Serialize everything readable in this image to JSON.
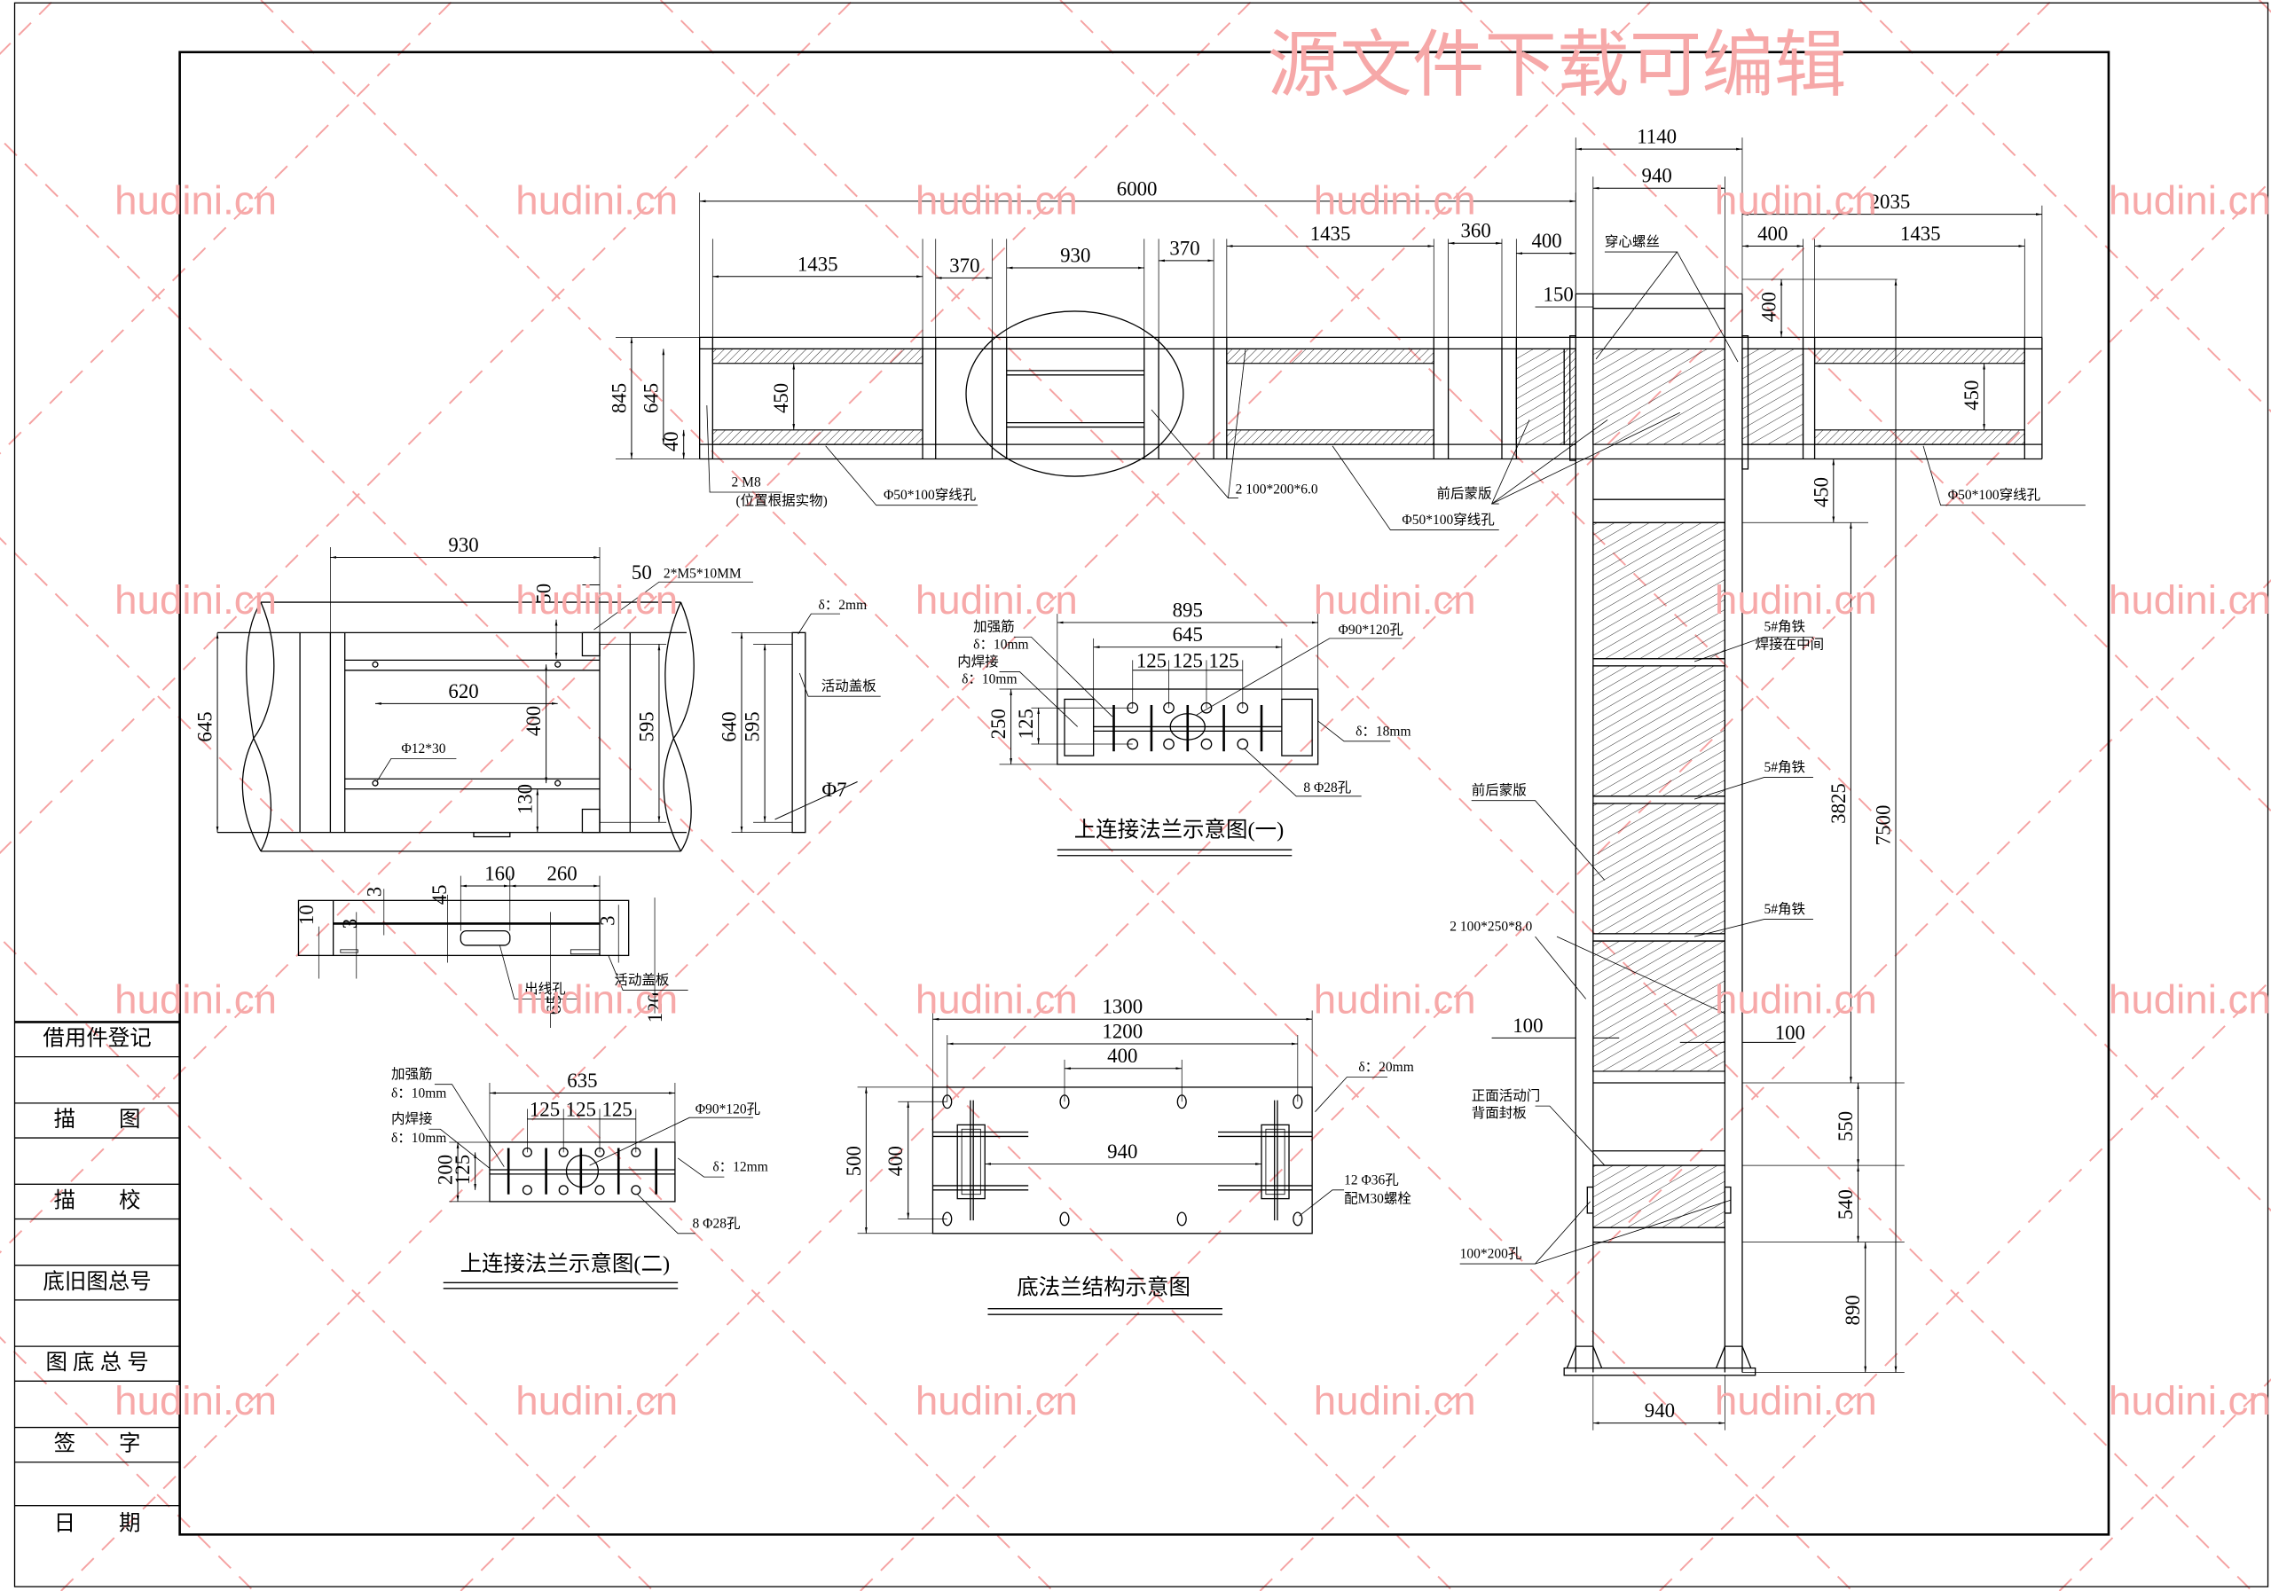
{
  "watermark": {
    "top_text": "源文件下载可编辑",
    "site": "hudini.cn",
    "color": "#f5a3a3"
  },
  "title_block": [
    "借用件登记",
    "描　　图",
    "描　　校",
    "底旧图总号",
    "图 底 总 号",
    "签　　字",
    "日　　期"
  ],
  "top_view": {
    "dims": [
      "6000",
      "1435",
      "370",
      "930",
      "370",
      "1435",
      "360",
      "400",
      "150",
      "1140",
      "940",
      "2035",
      "400",
      "1435",
      "400",
      "845",
      "645",
      "40",
      "450",
      "450",
      "450"
    ],
    "notes": [
      "穿心螺丝",
      "2  M8",
      "(位置根据实物)",
      "Φ50*100穿线孔",
      "2  100*200*6.0",
      "前后蒙版",
      "Φ50*100穿线孔",
      "Φ50*100穿线孔"
    ]
  },
  "column_view": {
    "dims": [
      "100",
      "100",
      "3825",
      "7500",
      "550",
      "540",
      "890",
      "940"
    ],
    "notes": [
      "5#角铁",
      "焊接在中间",
      "5#角铁",
      "5#角铁",
      "前后蒙版",
      "2  100*250*8.0",
      "正面活动门",
      "背面封板",
      "100*200孔"
    ]
  },
  "pipe_detail": {
    "dims": [
      "930",
      "50",
      "50",
      "620",
      "400",
      "595",
      "645",
      "130"
    ],
    "notes": [
      "2*M5*10MM",
      "Φ12*30"
    ]
  },
  "cover_plate": {
    "dims": [
      "640",
      "595",
      "Φ7"
    ],
    "notes": [
      "δ：2mm",
      "活动盖板"
    ]
  },
  "section_detail": {
    "dims": [
      "160",
      "260",
      "10",
      "3",
      "3",
      "45",
      "3",
      "65",
      "120"
    ],
    "notes": [
      "出线孔",
      "活动盖板"
    ]
  },
  "flange_1": {
    "title": "上连接法兰示意图(一)",
    "dims": [
      "895",
      "645",
      "125",
      "125",
      "125",
      "250",
      "125"
    ],
    "notes": [
      "加强筋",
      "δ：10mm",
      "内焊接",
      "δ：10mm",
      "Φ90*120孔",
      "δ：18mm",
      "8  Φ28孔"
    ]
  },
  "flange_2": {
    "title": "上连接法兰示意图(二)",
    "dims": [
      "635",
      "125",
      "125",
      "125",
      "200",
      "125"
    ],
    "notes": [
      "加强筋",
      "δ：10mm",
      "内焊接",
      "δ：10mm",
      "Φ90*120孔",
      "δ：12mm",
      "8  Φ28孔"
    ]
  },
  "base_flange": {
    "title": "底法兰结构示意图",
    "dims": [
      "1300",
      "1200",
      "400",
      "940",
      "500",
      "400"
    ],
    "notes": [
      "δ：20mm",
      "12  Φ36孔",
      "配M30螺栓"
    ]
  }
}
